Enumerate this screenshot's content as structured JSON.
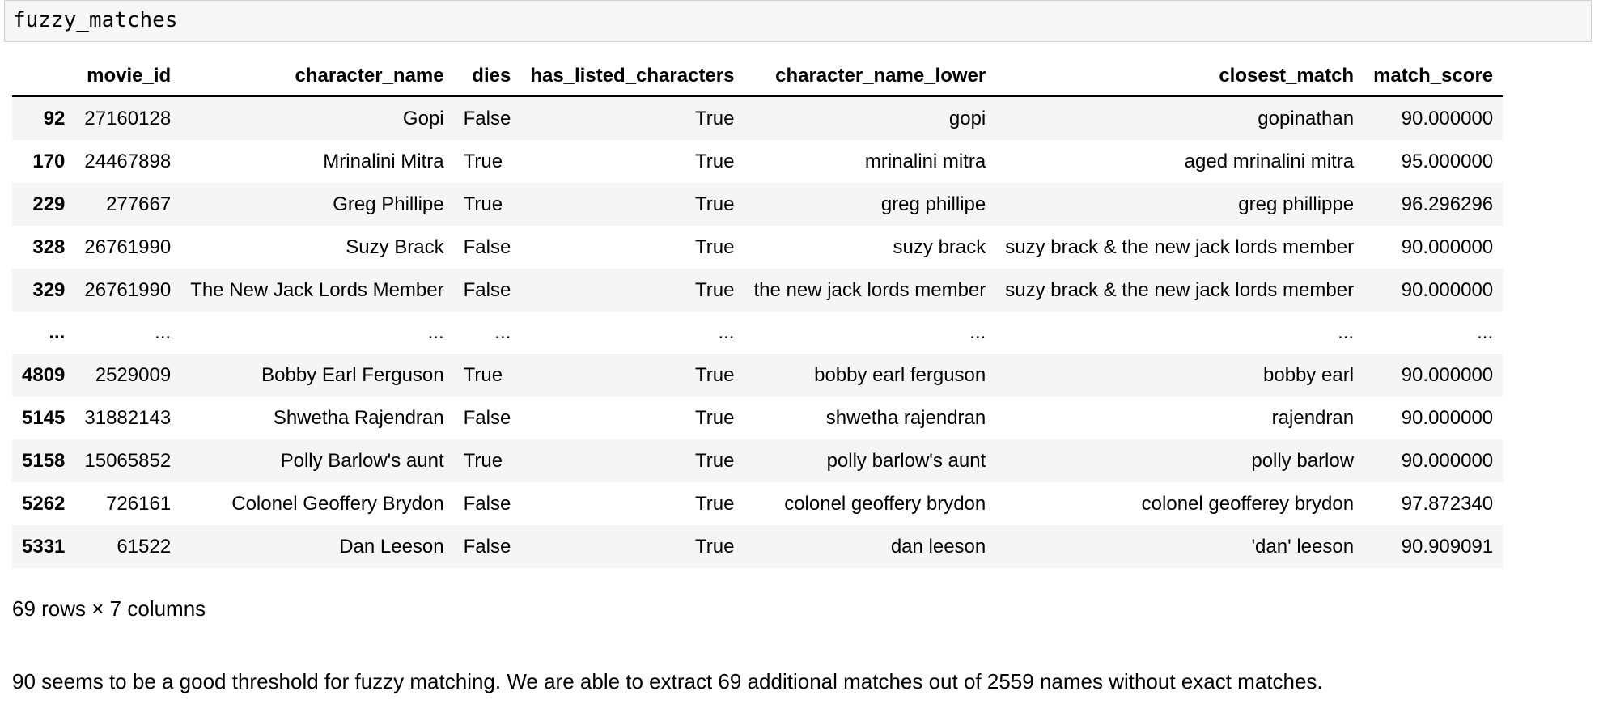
{
  "input_cell": {
    "code": "fuzzy_matches"
  },
  "dataframe": {
    "columns": {
      "index": "",
      "movie_id": "movie_id",
      "character_name": "character_name",
      "dies": "dies",
      "has_listed_characters": "has_listed_characters",
      "character_name_lower": "character_name_lower",
      "closest_match": "closest_match",
      "match_score": "match_score"
    },
    "rows": [
      {
        "index": "92",
        "movie_id": "27160128",
        "character_name": "Gopi",
        "dies": "False",
        "has_listed_characters": "True",
        "character_name_lower": "gopi",
        "closest_match": "gopinathan",
        "match_score": "90.000000"
      },
      {
        "index": "170",
        "movie_id": "24467898",
        "character_name": "Mrinalini Mitra",
        "dies": "True",
        "has_listed_characters": "True",
        "character_name_lower": "mrinalini mitra",
        "closest_match": "aged mrinalini mitra",
        "match_score": "95.000000"
      },
      {
        "index": "229",
        "movie_id": "277667",
        "character_name": "Greg Phillipe",
        "dies": "True",
        "has_listed_characters": "True",
        "character_name_lower": "greg phillipe",
        "closest_match": "greg phillippe",
        "match_score": "96.296296"
      },
      {
        "index": "328",
        "movie_id": "26761990",
        "character_name": "Suzy Brack",
        "dies": "False",
        "has_listed_characters": "True",
        "character_name_lower": "suzy brack",
        "closest_match": "suzy brack & the new jack lords member",
        "match_score": "90.000000"
      },
      {
        "index": "329",
        "movie_id": "26761990",
        "character_name": "The New Jack Lords Member",
        "dies": "False",
        "has_listed_characters": "True",
        "character_name_lower": "the new jack lords member",
        "closest_match": "suzy brack & the new jack lords member",
        "match_score": "90.000000"
      },
      {
        "index": "...",
        "movie_id": "...",
        "character_name": "...",
        "dies": "...",
        "has_listed_characters": "...",
        "character_name_lower": "...",
        "closest_match": "...",
        "match_score": "..."
      },
      {
        "index": "4809",
        "movie_id": "2529009",
        "character_name": "Bobby Earl Ferguson",
        "dies": "True",
        "has_listed_characters": "True",
        "character_name_lower": "bobby earl ferguson",
        "closest_match": "bobby earl",
        "match_score": "90.000000"
      },
      {
        "index": "5145",
        "movie_id": "31882143",
        "character_name": "Shwetha Rajendran",
        "dies": "False",
        "has_listed_characters": "True",
        "character_name_lower": "shwetha rajendran",
        "closest_match": "rajendran",
        "match_score": "90.000000"
      },
      {
        "index": "5158",
        "movie_id": "15065852",
        "character_name": "Polly Barlow's aunt",
        "dies": "True",
        "has_listed_characters": "True",
        "character_name_lower": "polly barlow's aunt",
        "closest_match": "polly barlow",
        "match_score": "90.000000"
      },
      {
        "index": "5262",
        "movie_id": "726161",
        "character_name": "Colonel Geoffery Brydon",
        "dies": "False",
        "has_listed_characters": "True",
        "character_name_lower": "colonel geoffery brydon",
        "closest_match": "colonel geofferey brydon",
        "match_score": "97.872340"
      },
      {
        "index": "5331",
        "movie_id": "61522",
        "character_name": "Dan Leeson",
        "dies": "False",
        "has_listed_characters": "True",
        "character_name_lower": "dan leeson",
        "closest_match": "'dan' leeson",
        "match_score": "90.909091"
      }
    ],
    "shape_text": "69 rows × 7 columns"
  },
  "markdown": {
    "text": "90 seems to be a good threshold for fuzzy matching. We are able to extract 69 additional matches out of 2559 names without exact matches."
  }
}
